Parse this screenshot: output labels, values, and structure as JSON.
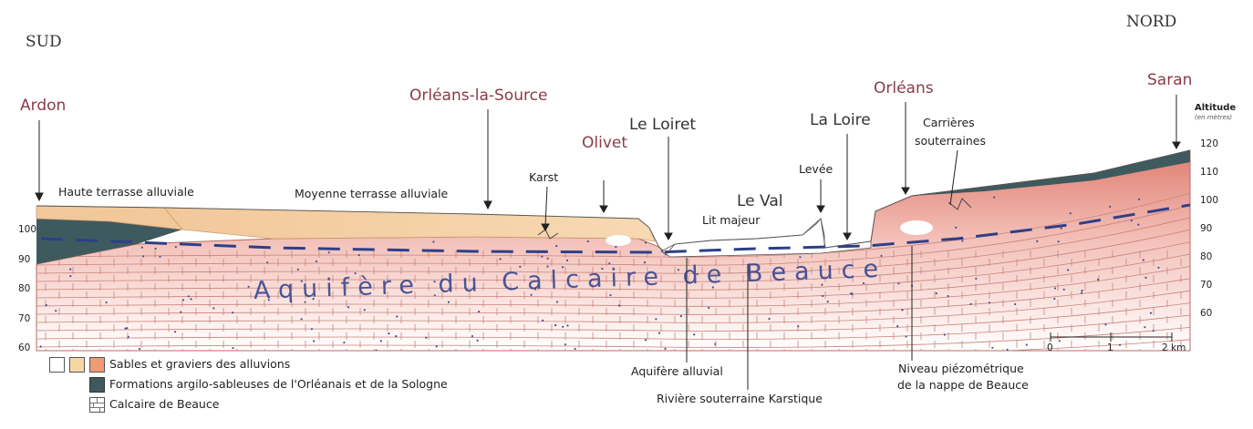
{
  "directions": {
    "south": "SUD",
    "north": "NORD"
  },
  "places": {
    "ardon": "Ardon",
    "orleans_la_source": "Orléans-la-Source",
    "olivet": "Olivet",
    "le_loiret": "Le Loiret",
    "la_loire": "La Loire",
    "orleans": "Orléans",
    "saran": "Saran"
  },
  "features": {
    "haute_terrasse": "Haute terrasse alluviale",
    "moyenne_terrasse": "Moyenne terrasse alluviale",
    "karst": "Karst",
    "le_val": "Le Val",
    "lit_majeur": "Lit majeur",
    "levee": "Levée",
    "carrieres_line1": "Carrières",
    "carrieres_line2": "souterraines",
    "aquifere_alluvial": "Aquifère alluvial",
    "riviere_karstique": "Rivière souterraine Karstique",
    "niveau_line1": "Niveau piézométrique",
    "niveau_line2": "de la nappe de Beauce",
    "aquifer_name": "Aquifère du Calcaire de Beauce"
  },
  "altitude": {
    "title": "Altitude",
    "unit": "(en mètres)",
    "right_ticks": [
      "120",
      "110",
      "100",
      "90",
      "80",
      "70",
      "60"
    ],
    "left_ticks": [
      "100",
      "90",
      "80",
      "70",
      "60"
    ]
  },
  "scale": {
    "labels": [
      "0",
      "1",
      "2 km"
    ]
  },
  "legend": [
    {
      "label": "Sables et graviers des alluvions",
      "swatches": [
        "#ffffff",
        "#f6d7a4",
        "#ee9b76"
      ]
    },
    {
      "label": "Formations argilo-sableuses de l'Orléanais et de la Sologne",
      "swatches": [
        "#3f5a5f"
      ]
    },
    {
      "label": "Calcaire de Beauce",
      "swatches": [
        "pattern"
      ]
    }
  ],
  "colors": {
    "limestone_top": "#e07d70",
    "limestone_mid": "#f3c1b9",
    "limestone_bottom": "#ffffff",
    "terrace_high": "#f2c89b",
    "terrace_mid": "#f7d9b2",
    "clay": "#3f5a5f",
    "water_line": "#2d3f8a",
    "place_label": "#8a3a4a"
  }
}
